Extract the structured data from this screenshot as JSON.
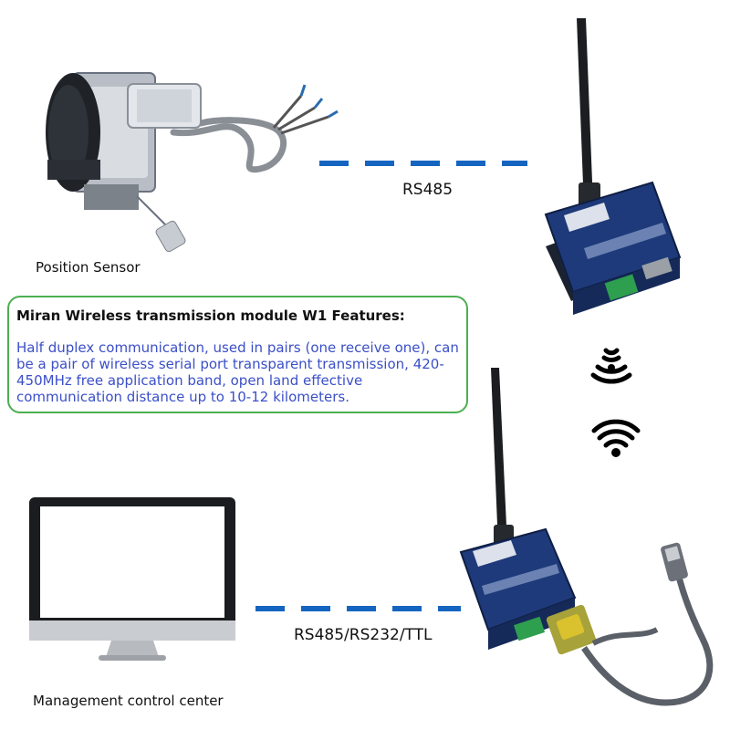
{
  "labels": {
    "position_sensor": "Position Sensor",
    "management_center": "Management control center",
    "link_top": "RS485",
    "link_bottom": "RS485/RS232/TTL"
  },
  "features": {
    "title": "Miran Wireless transmission module W1 Features:",
    "body": "Half duplex communication, used in pairs (one receive one), can be a pair of wireless serial port transparent transmission, 420-450MHz free application band, open land effective communication distance up to 10-12 kilometers."
  },
  "colors": {
    "link_dash": "#1565c0",
    "box_border": "#4caf50",
    "body_text": "#3b4fc7",
    "module_body": "#1e3a7a"
  },
  "icons": [
    "wireless-signal-icon",
    "wifi-icon"
  ]
}
